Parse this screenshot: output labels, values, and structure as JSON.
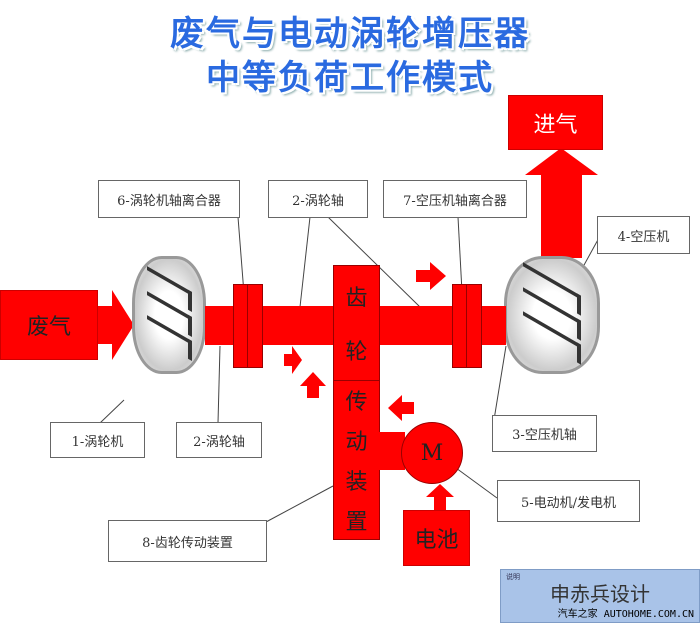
{
  "title": {
    "line1": "废气与电动涡轮增压器",
    "line2": "中等负荷工作模式"
  },
  "blocks": {
    "exhaust": "废气",
    "intake": "进气",
    "gear_top": "齿",
    "gear_bottom": "轮",
    "transmission": [
      "传",
      "动",
      "装",
      "置"
    ],
    "motor": "M",
    "battery": "电池"
  },
  "labels": {
    "clutch_turbine": "6-涡轮机轴离合器",
    "turbine_shaft_top": "2-涡轮轴",
    "clutch_compressor": "7-空压机轴离合器",
    "compressor": "4-空压机",
    "turbine": "1-涡轮机",
    "turbine_shaft_bottom": "2-涡轮轴",
    "compressor_shaft": "3-空压机轴",
    "motor_generator": "5-电动机/发电机",
    "gear_transmission": "8-齿轮传动装置"
  },
  "footer": {
    "caption": "说明",
    "designer": "申赤兵设计",
    "watermark": "汽车之家 AUTOHOME.COM.CN"
  },
  "colors": {
    "red": "#ff0000",
    "title": "#2a6ae0",
    "footer_bg": "#a9c3e8"
  }
}
